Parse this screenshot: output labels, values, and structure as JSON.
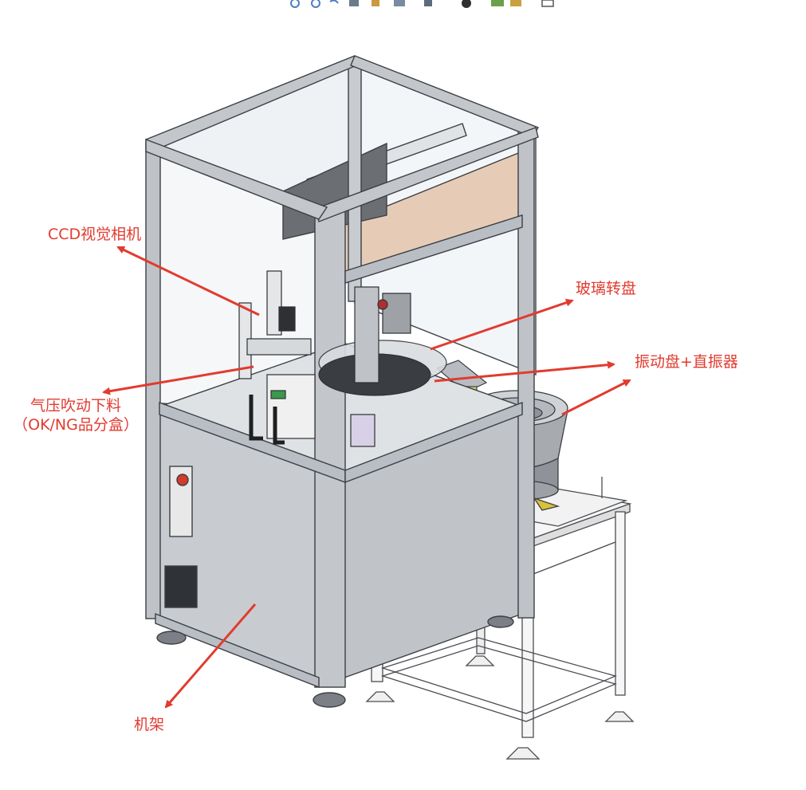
{
  "colors": {
    "annotation": "#e23b2f",
    "frame": "#b9bec4",
    "frame_edge": "#4a4d52",
    "panel": "#c8ccd0",
    "glass": "#eef2f5",
    "wood_panel": "#e6ccb6",
    "table": "#f4f4f4"
  },
  "toolbar_icons": [
    "zoom-icon",
    "zoom-area-icon",
    "rotate-icon",
    "section-view-icon",
    "view-orientation-icon",
    "display-style-icon",
    "hide-show-icon",
    "appearance-icon",
    "scene-icon",
    "monitor-icon"
  ],
  "labels": {
    "ccd_camera": "CCD视觉相机",
    "glass_turntable": "玻璃转盘",
    "vibrating_feeder": "振动盘+直振器",
    "air_blow_line1": "气压吹动下料",
    "air_blow_line2": "（OK/NG品分盒）",
    "frame": "机架"
  }
}
